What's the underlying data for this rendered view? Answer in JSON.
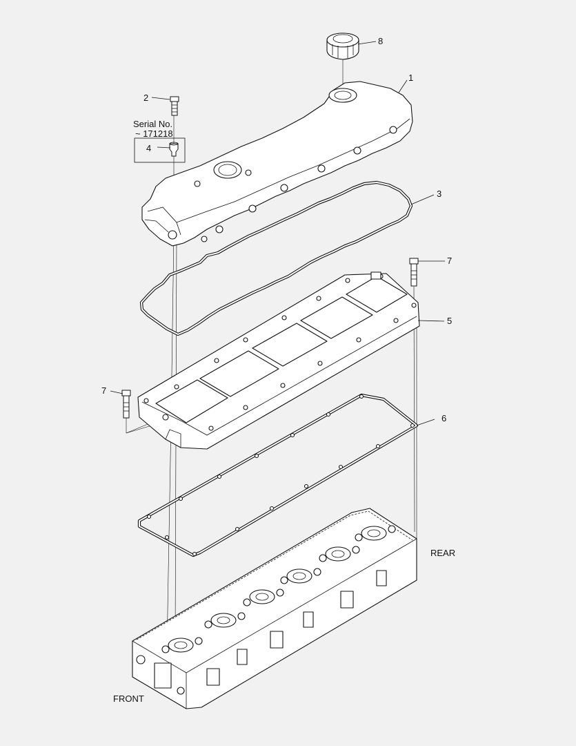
{
  "callouts": {
    "c1": "1",
    "c2": "2",
    "c3": "3",
    "c4": "4",
    "c5": "5",
    "c6": "6",
    "c7a": "7",
    "c7b": "7",
    "c8": "8"
  },
  "serial_note": {
    "line1": "Serial No.",
    "line2": "~ 171218"
  },
  "labels": {
    "rear": "REAR",
    "front": "FRONT"
  }
}
